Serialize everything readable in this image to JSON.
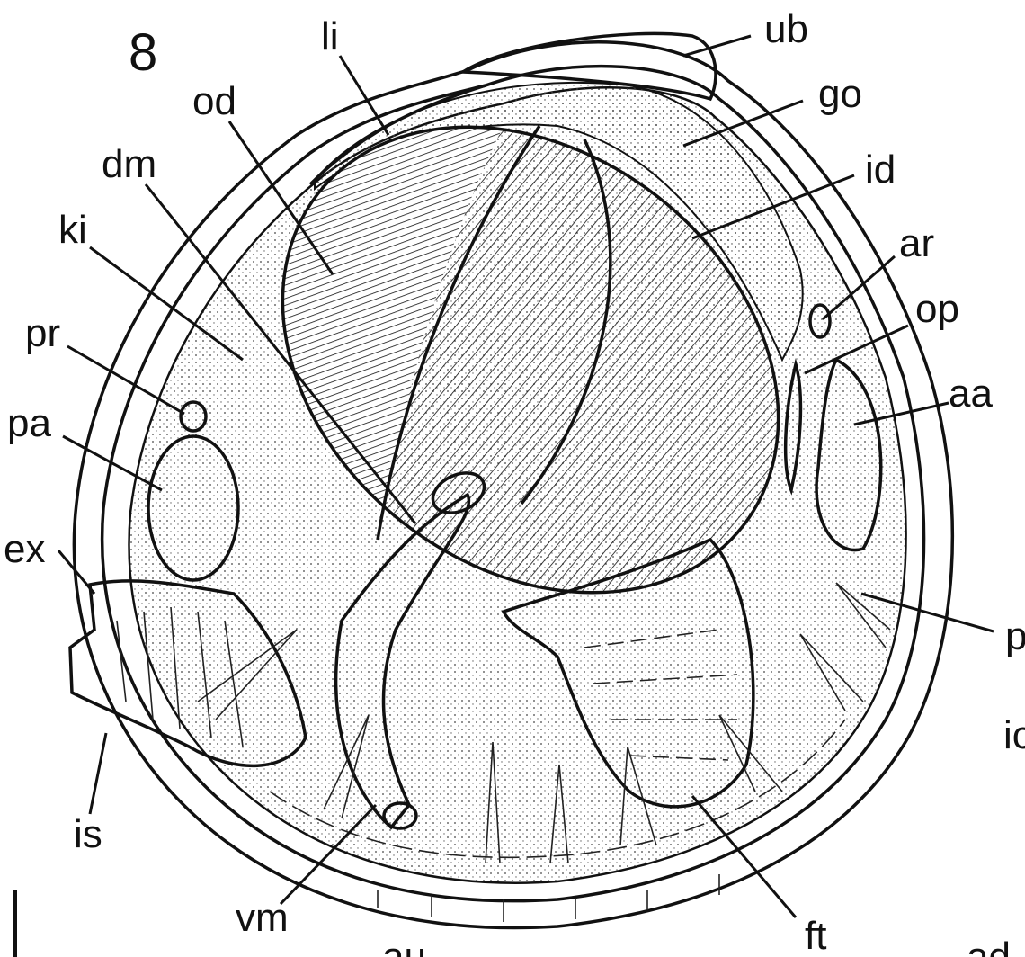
{
  "figure_number": "8",
  "labels": {
    "li": "li",
    "ub": "ub",
    "od": "od",
    "go": "go",
    "dm": "dm",
    "id": "id",
    "ki": "ki",
    "ar": "ar",
    "pr": "pr",
    "op": "op",
    "pa": "pa",
    "aa": "aa",
    "ex": "ex",
    "p_cut": "p",
    "ic_cut": "ic",
    "is": "is",
    "vm": "vm",
    "ft": "ft",
    "au_cut": "au",
    "ad_cut": "ad"
  }
}
